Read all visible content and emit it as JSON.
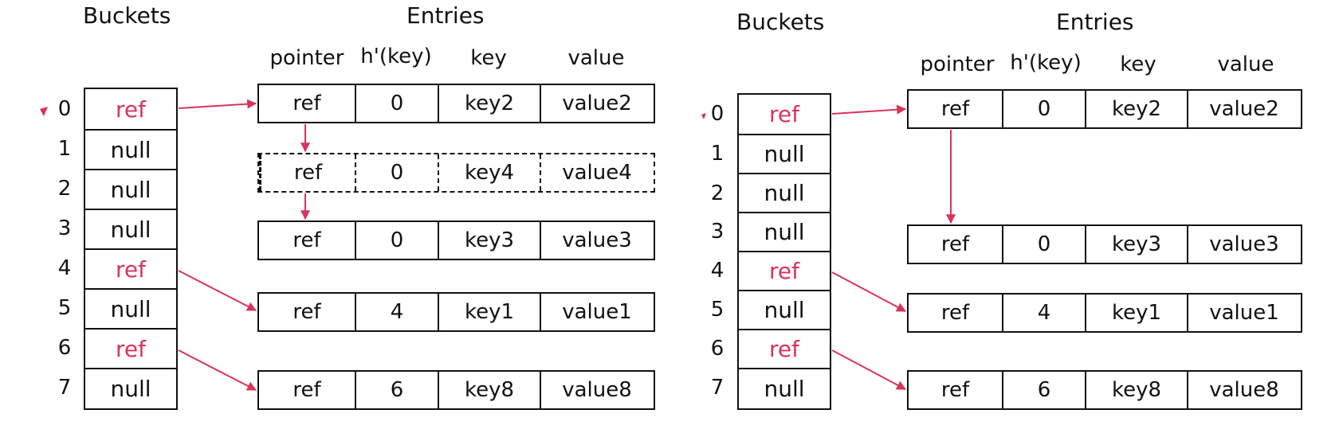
{
  "colors": {
    "accent": "#d9345b",
    "line": "#111111"
  },
  "diagrams": [
    {
      "buckets_title": "Buckets",
      "entries_title": "Entries",
      "headers": {
        "pointer": "pointer",
        "hash": "h'(key)",
        "key": "key",
        "value": "value"
      },
      "buckets": [
        {
          "index": "0",
          "value": "ref"
        },
        {
          "index": "1",
          "value": "null"
        },
        {
          "index": "2",
          "value": "null"
        },
        {
          "index": "3",
          "value": "null"
        },
        {
          "index": "4",
          "value": "ref"
        },
        {
          "index": "5",
          "value": "null"
        },
        {
          "index": "6",
          "value": "ref"
        },
        {
          "index": "7",
          "value": "null"
        }
      ],
      "entries": [
        {
          "pointer": "ref",
          "hash": "0",
          "key": "key2",
          "value": "value2",
          "deleted": false
        },
        {
          "pointer": "ref",
          "hash": "0",
          "key": "key4",
          "value": "value4",
          "deleted": true
        },
        {
          "pointer": "ref",
          "hash": "0",
          "key": "key3",
          "value": "value3",
          "deleted": false
        },
        {
          "pointer": "ref",
          "hash": "4",
          "key": "key1",
          "value": "value1",
          "deleted": false
        },
        {
          "pointer": "ref",
          "hash": "6",
          "key": "key8",
          "value": "value8",
          "deleted": false
        }
      ]
    },
    {
      "buckets_title": "Buckets",
      "entries_title": "Entries",
      "headers": {
        "pointer": "pointer",
        "hash": "h'(key)",
        "key": "key",
        "value": "value"
      },
      "buckets": [
        {
          "index": "0",
          "value": "ref"
        },
        {
          "index": "1",
          "value": "null"
        },
        {
          "index": "2",
          "value": "null"
        },
        {
          "index": "3",
          "value": "null"
        },
        {
          "index": "4",
          "value": "ref"
        },
        {
          "index": "5",
          "value": "null"
        },
        {
          "index": "6",
          "value": "ref"
        },
        {
          "index": "7",
          "value": "null"
        }
      ],
      "entries": [
        {
          "pointer": "ref",
          "hash": "0",
          "key": "key2",
          "value": "value2"
        },
        {
          "pointer": "ref",
          "hash": "0",
          "key": "key3",
          "value": "value3"
        },
        {
          "pointer": "ref",
          "hash": "4",
          "key": "key1",
          "value": "value1"
        },
        {
          "pointer": "ref",
          "hash": "6",
          "key": "key8",
          "value": "value8"
        }
      ]
    }
  ]
}
